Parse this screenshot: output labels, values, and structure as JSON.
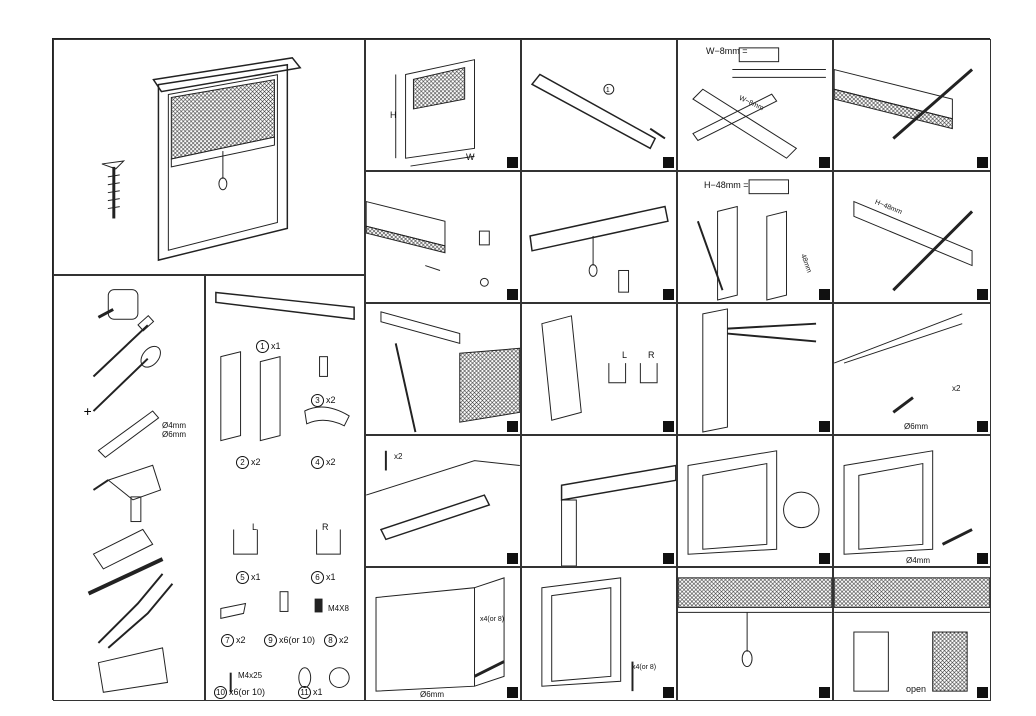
{
  "measures": {
    "w_8mm": "W−8mm =",
    "h_48mm": "H−48mm =",
    "w_8mm_on_part": "W−8mm",
    "h_48mm_on_part": "H−48mm",
    "h": "H",
    "w": "W",
    "mm48": "48mm"
  },
  "tools": {
    "drill_bits": "Ø4mm\nØ6mm"
  },
  "parts": [
    {
      "num": "1",
      "qty": "x1"
    },
    {
      "num": "2",
      "qty": "x2"
    },
    {
      "num": "3",
      "qty": "x2"
    },
    {
      "num": "4",
      "qty": "x2"
    },
    {
      "num": "5",
      "qty": "x1",
      "tag": "L"
    },
    {
      "num": "6",
      "qty": "x1",
      "tag": "R"
    },
    {
      "num": "7",
      "qty": "x2"
    },
    {
      "num": "8",
      "qty": "x2",
      "tag": "M4X8"
    },
    {
      "num": "9",
      "qty": "x6(or 10)"
    },
    {
      "num": "10",
      "qty": "x6(or 10)",
      "tag": "M4x25"
    },
    {
      "num": "11",
      "qty": "x1"
    }
  ],
  "steps": {
    "s8_dia": "Ø6mm",
    "s8_qty": "x2",
    "s9_qty": "x2",
    "s12_dia": "Ø4mm",
    "s13_dia": "Ø6mm",
    "s13_qty": "x4(or 8)",
    "s14_qty": "x4(or 8)",
    "s16_open": "open",
    "lr_l": "L",
    "lr_r": "R"
  }
}
